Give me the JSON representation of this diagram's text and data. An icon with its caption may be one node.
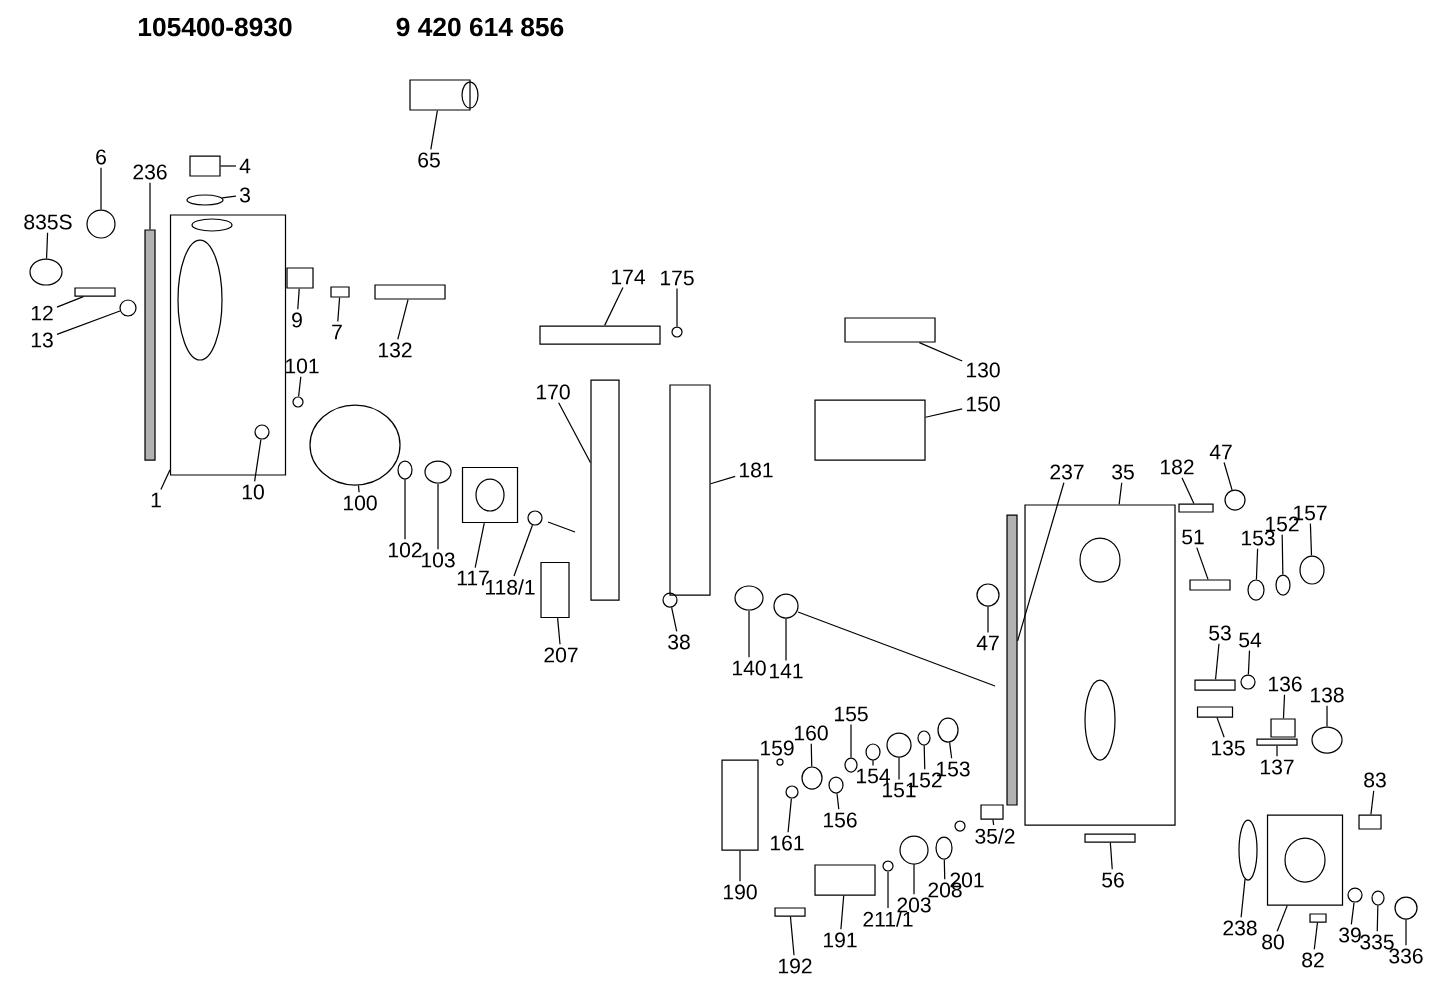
{
  "diagram": {
    "nodes": [
      {
        "text": [
          "6"
        ]
      },
      {
        "text": [
          "236"
        ]
      },
      {
        "text": [
          "4"
        ]
      },
      {
        "text": [
          "3"
        ]
      },
      {
        "text": [
          "835S"
        ]
      },
      {
        "text": [
          "12"
        ]
      },
      {
        "text": [
          "13"
        ]
      },
      {
        "text": [
          "9"
        ]
      },
      {
        "text": [
          "7"
        ]
      },
      {
        "text": [
          "132"
        ]
      },
      {
        "text": [
          "65"
        ]
      },
      {
        "text": [
          "101"
        ]
      },
      {
        "text": [
          "1"
        ]
      },
      {
        "text": [
          "10"
        ]
      },
      {
        "text": [
          "100"
        ]
      },
      {
        "text": [
          "102"
        ]
      },
      {
        "text": [
          "103"
        ]
      },
      {
        "text": [
          "117"
        ]
      },
      {
        "text": [
          "118/1"
        ]
      },
      {
        "text": [
          "174"
        ]
      },
      {
        "text": [
          "175"
        ]
      },
      {
        "text": [
          "170"
        ]
      },
      {
        "text": [
          "181"
        ]
      },
      {
        "text": [
          "130"
        ]
      },
      {
        "text": [
          "150"
        ]
      },
      {
        "text": [
          "207"
        ]
      },
      {
        "text": [
          "38"
        ]
      },
      {
        "text": [
          "140"
        ]
      },
      {
        "text": [
          "141"
        ]
      },
      {
        "text": [
          "237"
        ]
      },
      {
        "text": [
          "35"
        ]
      },
      {
        "text": [
          "182"
        ]
      },
      {
        "text": [
          "47"
        ]
      },
      {
        "text": [
          "51"
        ]
      },
      {
        "text": [
          "153"
        ]
      },
      {
        "text": [
          "152"
        ]
      },
      {
        "text": [
          "157"
        ]
      },
      {
        "text": [
          "47"
        ]
      },
      {
        "text": [
          "53"
        ]
      },
      {
        "text": [
          "54"
        ]
      },
      {
        "text": [
          "136"
        ]
      },
      {
        "text": [
          "138"
        ]
      },
      {
        "text": [
          "135"
        ]
      },
      {
        "text": [
          "137"
        ]
      },
      {
        "text": [
          "159"
        ]
      },
      {
        "text": [
          "160"
        ]
      },
      {
        "text": [
          "155"
        ]
      },
      {
        "text": [
          "154"
        ]
      },
      {
        "text": [
          "151"
        ]
      },
      {
        "text": [
          "152"
        ]
      },
      {
        "text": [
          "153"
        ]
      },
      {
        "text": [
          "161"
        ]
      },
      {
        "text": [
          "156"
        ]
      },
      {
        "text": [
          "190"
        ]
      },
      {
        "text": [
          "83"
        ]
      },
      {
        "text": [
          "35/2"
        ]
      },
      {
        "text": [
          "56"
        ]
      },
      {
        "text": [
          "201"
        ]
      },
      {
        "text": [
          "208"
        ]
      },
      {
        "text": [
          "203"
        ]
      },
      {
        "text": [
          "211/1"
        ]
      },
      {
        "text": [
          "191"
        ]
      },
      {
        "text": [
          "192"
        ]
      },
      {
        "text": [
          "238"
        ]
      },
      {
        "text": [
          "80"
        ]
      },
      {
        "text": [
          "82"
        ]
      },
      {
        "text": [
          "39"
        ]
      },
      {
        "text": [
          "335"
        ]
      },
      {
        "text": [
          "336"
        ]
      },
      {
        "text": [],
        "shape": "circle"
      },
      {
        "text": [],
        "shape": "bar"
      },
      {
        "text": [],
        "shape": "box"
      },
      {
        "text": [],
        "shape": "circle"
      },
      {
        "text": [],
        "shape": "circle"
      },
      {
        "text": [],
        "shape": "box"
      },
      {
        "text": [],
        "shape": "circle"
      },
      {
        "text": [],
        "shape": "box"
      },
      {
        "text": [],
        "shape": "box"
      },
      {
        "text": [],
        "shape": "box"
      },
      {
        "text": [],
        "shape": "box"
      },
      {
        "text": [],
        "shape": "circle"
      },
      {
        "text": [],
        "shape": "box"
      },
      {
        "text": [],
        "shape": "circle",
        "in": 81
      },
      {
        "text": [],
        "shape": "circle"
      },
      {
        "text": [],
        "shape": "circle"
      },
      {
        "text": [],
        "shape": "circle"
      },
      {
        "text": [],
        "shape": "box"
      },
      {
        "text": [],
        "shape": "circle"
      },
      {
        "text": [],
        "shape": "box"
      },
      {
        "text": [],
        "shape": "circle"
      },
      {
        "text": [],
        "shape": "box"
      },
      {
        "text": [],
        "shape": "box"
      },
      {
        "text": [],
        "shape": "box"
      },
      {
        "text": [],
        "shape": "box"
      },
      {
        "text": [],
        "shape": "box"
      },
      {
        "text": [],
        "shape": "circle"
      },
      {
        "text": [],
        "shape": "circle"
      },
      {
        "text": [],
        "shape": "circle"
      },
      {
        "text": [],
        "shape": "bar"
      },
      {
        "text": [],
        "shape": "box"
      },
      {
        "text": [],
        "shape": "box"
      },
      {
        "text": [],
        "shape": "circle"
      },
      {
        "text": [],
        "shape": "box"
      },
      {
        "text": [],
        "shape": "circle"
      },
      {
        "text": [],
        "shape": "circle"
      },
      {
        "text": [],
        "shape": "circle"
      },
      {
        "text": [],
        "shape": "circle"
      },
      {
        "text": [],
        "shape": "box"
      },
      {
        "text": [],
        "shape": "circle"
      },
      {
        "text": [],
        "shape": "box"
      },
      {
        "text": [],
        "shape": "circle"
      },
      {
        "text": [],
        "shape": "box"
      },
      {
        "text": [],
        "shape": "box"
      },
      {
        "text": [],
        "shape": "circle"
      },
      {
        "text": [],
        "shape": "circle"
      },
      {
        "text": [],
        "shape": "circle"
      },
      {
        "text": [],
        "shape": "circle"
      },
      {
        "text": [],
        "shape": "circle"
      },
      {
        "text": [],
        "shape": "circle"
      },
      {
        "text": [],
        "shape": "circle"
      },
      {
        "text": [],
        "shape": "circle"
      },
      {
        "text": [],
        "shape": "box"
      },
      {
        "text": [],
        "shape": "box"
      },
      {
        "text": [],
        "shape": "box"
      },
      {
        "text": [],
        "shape": "box"
      },
      {
        "text": [],
        "shape": "circle"
      },
      {
        "text": [],
        "shape": "circle"
      },
      {
        "text": [],
        "shape": "circle"
      },
      {
        "text": [],
        "shape": "box"
      },
      {
        "text": [],
        "shape": "box"
      },
      {
        "text": [],
        "shape": "circle"
      },
      {
        "text": [],
        "shape": "box"
      },
      {
        "text": [],
        "shape": "box"
      },
      {
        "text": [],
        "shape": "circle"
      },
      {
        "text": [],
        "shape": "circle"
      },
      {
        "text": [],
        "shape": "circle"
      }
    ],
    "edges": [
      {
        "from": 0,
        "to": 69,
        "arrow": "none"
      },
      {
        "from": 1,
        "to": 70,
        "arrow": "none"
      },
      {
        "from": 2,
        "to": 71,
        "arrow": "none"
      },
      {
        "from": 3,
        "to": 72,
        "arrow": "none"
      },
      {
        "from": 4,
        "to": 73,
        "arrow": "none"
      },
      {
        "from": 5,
        "to": 74,
        "arrow": "none"
      },
      {
        "from": 6,
        "to": 75,
        "arrow": "none"
      },
      {
        "from": 7,
        "to": 76,
        "arrow": "none"
      },
      {
        "from": 8,
        "to": 77,
        "arrow": "none"
      },
      {
        "from": 9,
        "to": 78,
        "arrow": "none"
      },
      {
        "from": 10,
        "to": 79,
        "arrow": "none"
      },
      {
        "from": 11,
        "to": 80,
        "arrow": "none"
      },
      {
        "from": 12,
        "to": 81,
        "arrow": "none"
      },
      {
        "from": 13,
        "to": 82,
        "arrow": "none"
      },
      {
        "from": 14,
        "to": 83,
        "arrow": "none"
      },
      {
        "from": 15,
        "to": 84,
        "arrow": "none"
      },
      {
        "from": 16,
        "to": 85,
        "arrow": "none"
      },
      {
        "from": 17,
        "to": 86,
        "arrow": "none"
      },
      {
        "from": 18,
        "to": 87,
        "arrow": "none"
      },
      {
        "from": 19,
        "to": 88,
        "arrow": "none"
      },
      {
        "from": 20,
        "to": 89,
        "arrow": "none"
      },
      {
        "from": 21,
        "to": 90,
        "arrow": "none"
      },
      {
        "from": 22,
        "to": 91,
        "arrow": "none"
      },
      {
        "from": 23,
        "to": 92,
        "arrow": "none"
      },
      {
        "from": 24,
        "to": 93,
        "arrow": "none"
      },
      {
        "from": 25,
        "to": 94,
        "arrow": "none"
      },
      {
        "from": 26,
        "to": 95,
        "arrow": "none"
      },
      {
        "from": 27,
        "to": 96,
        "arrow": "none"
      },
      {
        "from": 28,
        "to": 97,
        "arrow": "none"
      },
      {
        "from": 29,
        "to": 98,
        "arrow": "none"
      },
      {
        "from": 30,
        "to": 99,
        "arrow": "none"
      },
      {
        "from": 31,
        "to": 100,
        "arrow": "none"
      },
      {
        "from": 32,
        "to": 101,
        "arrow": "none"
      },
      {
        "from": 33,
        "to": 102,
        "arrow": "none"
      },
      {
        "from": 34,
        "to": 103,
        "arrow": "none"
      },
      {
        "from": 35,
        "to": 104,
        "arrow": "none"
      },
      {
        "from": 36,
        "to": 105,
        "arrow": "none"
      },
      {
        "from": 37,
        "to": 106,
        "arrow": "none"
      },
      {
        "from": 38,
        "to": 107,
        "arrow": "none"
      },
      {
        "from": 39,
        "to": 108,
        "arrow": "none"
      },
      {
        "from": 40,
        "to": 109,
        "arrow": "none"
      },
      {
        "from": 41,
        "to": 110,
        "arrow": "none"
      },
      {
        "from": 42,
        "to": 111,
        "arrow": "none"
      },
      {
        "from": 43,
        "to": 112,
        "arrow": "none"
      },
      {
        "from": 45,
        "to": 113,
        "arrow": "none"
      },
      {
        "from": 46,
        "to": 114,
        "arrow": "none"
      },
      {
        "from": 47,
        "to": 115,
        "arrow": "none"
      },
      {
        "from": 48,
        "to": 116,
        "arrow": "none"
      },
      {
        "from": 49,
        "to": 117,
        "arrow": "none"
      },
      {
        "from": 50,
        "to": 118,
        "arrow": "none"
      },
      {
        "from": 51,
        "to": 119,
        "arrow": "none"
      },
      {
        "from": 52,
        "to": 120,
        "arrow": "none"
      },
      {
        "from": 53,
        "to": 121,
        "arrow": "none"
      },
      {
        "from": 54,
        "to": 122,
        "arrow": "none"
      },
      {
        "from": 55,
        "to": 123,
        "arrow": "none"
      },
      {
        "from": 56,
        "to": 124,
        "arrow": "none"
      },
      {
        "from": 58,
        "to": 125,
        "arrow": "none"
      },
      {
        "from": 59,
        "to": 126,
        "arrow": "none"
      },
      {
        "from": 60,
        "to": 127,
        "arrow": "none"
      },
      {
        "from": 61,
        "to": 128,
        "arrow": "none"
      },
      {
        "from": 62,
        "to": 129,
        "arrow": "none"
      },
      {
        "from": 63,
        "to": 130,
        "arrow": "none"
      },
      {
        "from": 64,
        "to": 131,
        "arrow": "none"
      },
      {
        "from": 65,
        "to": 132,
        "arrow": "none"
      },
      {
        "from": 66,
        "to": 133,
        "arrow": "none"
      },
      {
        "from": 67,
        "to": 134,
        "arrow": "none"
      },
      {
        "from": 68,
        "to": 135,
        "arrow": "none"
      }
    ],
    "labels": [
      "105400-8930",
      "9 420 614 856"
    ]
  }
}
